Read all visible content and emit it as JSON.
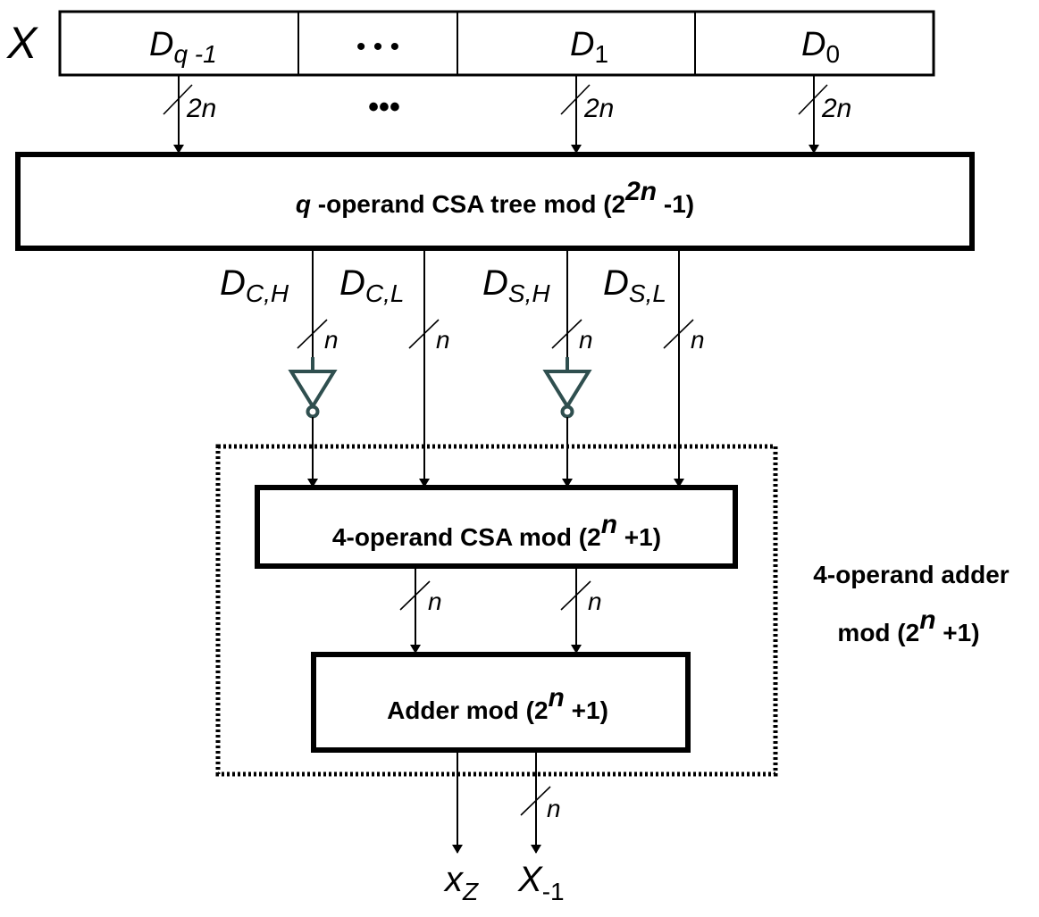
{
  "register": {
    "name": "X",
    "fields": [
      {
        "base": "D",
        "sub": "q -1"
      },
      {
        "dots": "• • •"
      },
      {
        "base": "D",
        "sub": "1"
      },
      {
        "base": "D",
        "sub": "0"
      }
    ]
  },
  "bus_widths": {
    "input": "2n",
    "n": "n"
  },
  "middle_ellipsis": "•••",
  "csa_tree": {
    "var": "q",
    "text": " -operand CSA tree mod (2",
    "exp_base": "2",
    "exp_var": "n",
    "suffix": " -1)"
  },
  "outputs": [
    {
      "base": "D",
      "sub": "C,H",
      "inverted": true
    },
    {
      "base": "D",
      "sub": "C,L",
      "inverted": false
    },
    {
      "base": "D",
      "sub": "S,H",
      "inverted": true
    },
    {
      "base": "D",
      "sub": "S,L",
      "inverted": false
    }
  ],
  "csa4": {
    "text": "4-operand CSA mod (2",
    "exp": "n",
    "suffix": " +1)"
  },
  "adder": {
    "text": "Adder mod (2",
    "exp": "n",
    "suffix": " +1)"
  },
  "group_label": {
    "line1": "4-operand adder",
    "line2": "mod (2",
    "exp": "n",
    "suffix": " +1)"
  },
  "final_outputs": [
    {
      "base": "x",
      "sub": "Z"
    },
    {
      "base": "X",
      "sub": "-1"
    }
  ]
}
